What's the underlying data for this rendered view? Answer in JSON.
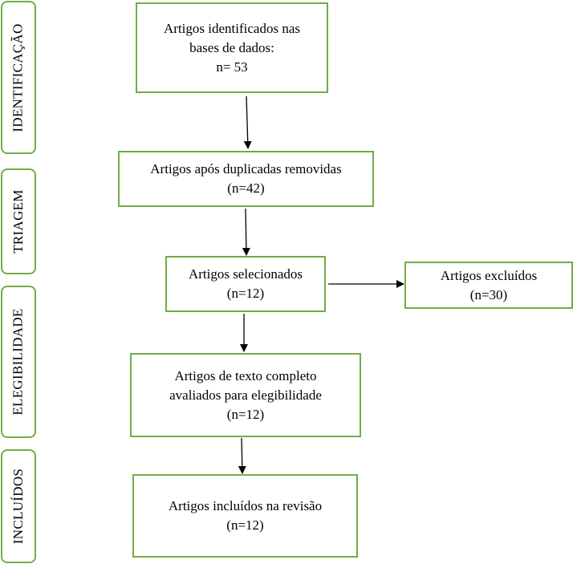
{
  "stages": {
    "identificacao": "IDENTIFICAÇÃO",
    "triagem": "TRIAGEM",
    "elegibilidade": "ELEGIBILIDADE",
    "incluidos": "INCLUÍDOS"
  },
  "boxes": {
    "identified": {
      "line1": "Artigos identificados nas",
      "line2": "bases de dados:",
      "count": "n= 53"
    },
    "deduplicated": {
      "line1": "Artigos após duplicadas removidas",
      "count": "(n=42)"
    },
    "selected": {
      "line1": "Artigos selecionados",
      "count": "(n=12)"
    },
    "excluded": {
      "line1": "Artigos excluídos",
      "count": "(n=30)"
    },
    "fulltext": {
      "line1": "Artigos de texto completo",
      "line2": "avaliados para elegibilidade",
      "count": "(n=12)"
    },
    "included": {
      "line1": "Artigos incluídos na revisão",
      "count": "(n=12)"
    }
  },
  "colors": {
    "border": "#70ad47",
    "arrow": "#000000"
  }
}
